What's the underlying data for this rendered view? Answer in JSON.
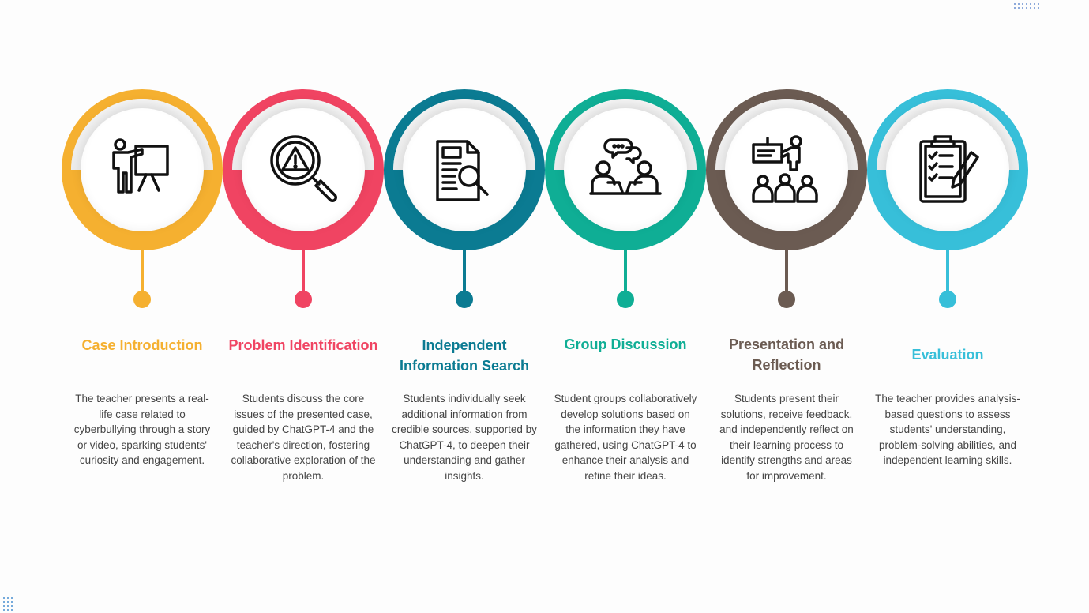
{
  "steps": [
    {
      "title": "Case Introduction",
      "description": "The teacher presents a real-life case related to cyberbullying through a story or video, sparking students' curiosity and engagement.",
      "color": "#f5b030",
      "icon": "teacher-presenting-board-icon"
    },
    {
      "title": "Problem Identification",
      "description": "Students discuss the core issues of the presented case, guided by ChatGPT-4 and the teacher's direction, fostering collaborative exploration of the problem.",
      "color": "#f04462",
      "icon": "magnifier-warning-icon"
    },
    {
      "title": "Independent Information Search",
      "description": "Students individually seek additional information from credible sources, supported by ChatGPT-4, to deepen their understanding and gather insights.",
      "color": "#0b7b92",
      "icon": "document-search-icon"
    },
    {
      "title": "Group Discussion",
      "description": "Student groups collaboratively develop solutions based on the information they have gathered, using ChatGPT-4 to enhance their analysis and refine their ideas.",
      "color": "#0fae95",
      "icon": "group-discussion-icon"
    },
    {
      "title": "Presentation and Reflection",
      "description": "Students present their solutions, receive feedback, and independently reflect on their learning process to identify strengths and areas for improvement.",
      "color": "#6b5b52",
      "icon": "presenter-audience-icon"
    },
    {
      "title": "Evaluation",
      "description": "The teacher provides analysis-based questions to assess students' understanding, problem-solving abilities, and independent learning skills.",
      "color": "#37bfd9",
      "icon": "clipboard-checklist-icon"
    }
  ]
}
